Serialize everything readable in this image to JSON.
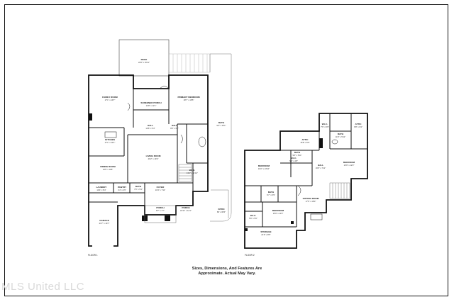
{
  "rooms": [
    {
      "id": "deck",
      "name": "DECK",
      "dims": "22'0\" x 16'11\""
    },
    {
      "id": "family-room",
      "name": "FAMILY ROOM",
      "dims": "17'1\" x 19'7\""
    },
    {
      "id": "screened-porch",
      "name": "SCREENED PORCH",
      "dims": "14'8\" x 12'1\""
    },
    {
      "id": "primary-bedroom",
      "name": "PRIMARY BEDROOM",
      "dims": "18'7\" x 18'5\""
    },
    {
      "id": "kitchen",
      "name": "KITCHEN",
      "dims": "17'1\" x 12'1\""
    },
    {
      "id": "hall-1",
      "name": "HALL",
      "dims": "14'6\" x 3'4\""
    },
    {
      "id": "hall-2",
      "name": "HALL",
      "dims": "9'6\" x 3'4\""
    },
    {
      "id": "living-room",
      "name": "LIVING ROOM",
      "dims": "20'2\" x 19'2\""
    },
    {
      "id": "wic",
      "name": "W.I.C.",
      "dims": "13'1\" x 11'10\""
    },
    {
      "id": "bath-primary",
      "name": "BATH",
      "dims": "9'3\" x 16'1\""
    },
    {
      "id": "dining-room",
      "name": "DINING ROOM",
      "dims": "13'5\" x 11'8\""
    },
    {
      "id": "bath-1",
      "name": "BATH",
      "dims": "7'6\" x 5'4\""
    },
    {
      "id": "foyer",
      "name": "FOYER",
      "dims": "10'4\" x 7'11\""
    },
    {
      "id": "laundry",
      "name": "LAUNDRY",
      "dims": "10'4\" x 8'4\""
    },
    {
      "id": "pantry",
      "name": "PANTRY",
      "dims": "4'4\" x 3'6\""
    },
    {
      "id": "patio",
      "name": "PATIO",
      "dims": "68' x 36'6\""
    },
    {
      "id": "garage",
      "name": "GARAGE",
      "dims": "23'7\" x 19'7\""
    },
    {
      "id": "porch-front",
      "name": "PORCH",
      "dims": "8'7\" x 7'7\""
    },
    {
      "id": "porch-side",
      "name": "PORCH",
      "dims": "24'11\" x 12'1\""
    },
    {
      "id": "attic",
      "name": "ATTIC",
      "dims": "15'8\" x 5'5\""
    },
    {
      "id": "bath-2",
      "name": "BATH",
      "dims": "11'0\" x 5'11\""
    },
    {
      "id": "wic-2",
      "name": "W.I.C.",
      "dims": "7'6\" x 5'0\""
    },
    {
      "id": "attic-2",
      "name": "ATTIC",
      "dims": "9'8\" x 6'4\""
    },
    {
      "id": "wic-3",
      "name": "W.I.C.",
      "dims": "5'2\" x 4'8\""
    },
    {
      "id": "bedroom-1",
      "name": "BEDROOM",
      "dims": "19'2\" x 13'10\""
    },
    {
      "id": "hall-up",
      "name": "HALL",
      "dims": "16'6\" x 7'11\""
    },
    {
      "id": "bedroom-2",
      "name": "BEDROOM",
      "dims": "13'9\" x 12'3\""
    },
    {
      "id": "bath-3",
      "name": "BATH",
      "dims": "9'6\" x 5'11\""
    },
    {
      "id": "bath-4",
      "name": "BATH",
      "dims": "6'7\" x 5'9\""
    },
    {
      "id": "sitting-room",
      "name": "SITTING ROOM",
      "dims": "17'6\" x 18'3\""
    },
    {
      "id": "bedroom-3",
      "name": "BEDROOM",
      "dims": "15'0\" x 11'6\""
    },
    {
      "id": "wic-4",
      "name": "W.I.C.",
      "dims": "5'6\" x 5'6\""
    },
    {
      "id": "storage",
      "name": "STORAGE",
      "dims": "21'6\" x 8'5\""
    }
  ],
  "floor_labels": {
    "floor1": "FLOOR 1",
    "floor2": "FLOOR 2"
  },
  "disclaimer": {
    "line1": "Sizes, Dimensions, And Features Are",
    "line2": "Approximate. Actual May Vary."
  },
  "watermark": "MLS United LLC",
  "colors": {
    "wall": "#111111",
    "frame": "#111111",
    "watermark": "#d9d9d9",
    "text": "#222222"
  }
}
